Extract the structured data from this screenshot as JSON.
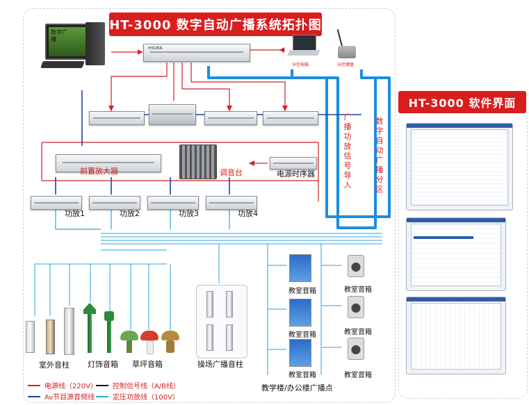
{
  "title": "HT-3000 数字自动广播系统拓扑图",
  "software_title": "HT-3000 软件界面",
  "pc_screen_text": "数字广播",
  "rack_mark": "HSUKA",
  "labels": {
    "partition_box": "分控电脑",
    "paging_mic": "分控键盘",
    "preamp": "前置放大器",
    "mixer": "调音台",
    "power_seq": "电源时序器",
    "amp1": "功放1",
    "amp2": "功放2",
    "amp3": "功放3",
    "amp4": "功放4",
    "outdoor": "室外音柱",
    "lamp": "灯饰音箱",
    "lawn": "草坪音箱",
    "playground": "操场广播音柱",
    "classroom1": "教室音箱",
    "classroom2": "教室音箱",
    "classroom3": "教室音箱",
    "classroom4": "教室音箱",
    "classroom5": "教室音箱",
    "classroom6": "教室音箱",
    "building": "教学楼/办公楼广播点",
    "vertical_signal": "广播功放信号导入",
    "vertical_zone": "数字自动广播分区"
  },
  "legend": [
    {
      "text": "电源线（220V）",
      "color": "#d81e1e"
    },
    {
      "text": "控制信号线（A/B线）",
      "color": "#111111"
    },
    {
      "text": "Av节目源音频线",
      "color": "#1e3fb0"
    },
    {
      "text": "定压功放线（100V）",
      "color": "#2aa4e0"
    }
  ],
  "colors": {
    "power": "#d81e1e",
    "control": "#111111",
    "audio": "#1e3fb0",
    "speaker": "#2aa4e0",
    "trunk": "#1a8de0"
  }
}
